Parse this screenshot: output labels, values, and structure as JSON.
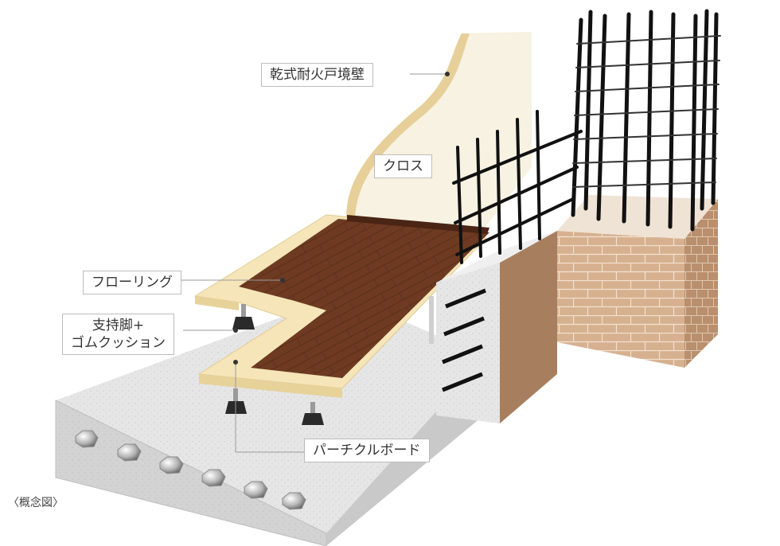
{
  "labels": {
    "fireproof_wall": "乾式耐火戸境壁",
    "cloth": "クロス",
    "flooring": "フローリング",
    "support_leg_line1": "支持脚+",
    "support_leg_line2": "ゴムクッション",
    "particle_board": "パーチクルボード"
  },
  "caption": "〈概念図〉",
  "colors": {
    "slab": "#d8d8d8",
    "slab_top": "#e9e9e9",
    "wall_cream": "#f6f1df",
    "wall_edge": "#e2cc96",
    "flooring": "#6b3a22",
    "particle_board": "#f4e4b8",
    "brick": "#d6b08e",
    "concrete": "#dcdcdc",
    "rebar": "#111111"
  }
}
